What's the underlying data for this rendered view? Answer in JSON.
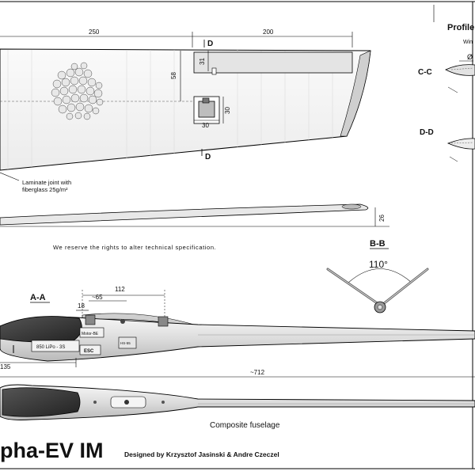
{
  "wing": {
    "dim_left": "250",
    "dim_right": "200",
    "dim_depth": "58",
    "dim_small": "31",
    "dim_square_v": "30",
    "dim_square_h": "30",
    "section_d_top": "D",
    "section_d_bottom": "D",
    "laminate_note_line1": "Laminate joint with",
    "laminate_note_line2": "fiberglass 25g/m²"
  },
  "tail": {
    "dim_height": "26"
  },
  "profiles": {
    "title": "Profile",
    "subtitle": "Win",
    "section_cc": "C-C",
    "section_dd": "D-D",
    "diameter_mark": "Ø"
  },
  "notice": "We reserve the rights to alter technical specification.",
  "section_bb": {
    "title": "B-B",
    "angle": "110°"
  },
  "fuselage": {
    "section_aa": "A-A",
    "dim_112": "112",
    "dim_65": "~65",
    "dim_18": "18",
    "dim_135": "135",
    "dim_712": "~712",
    "battery_label": "850 LiPo - 3S",
    "esc_label": "ESC",
    "motor_label": "Motor-BE",
    "servo_label": "HS-55",
    "caption": "Composite fuselage"
  },
  "footer": {
    "model_name": "pha-EV IM",
    "designer": "Designed by Krzysztof Jasinski & Andre Czeczel"
  }
}
